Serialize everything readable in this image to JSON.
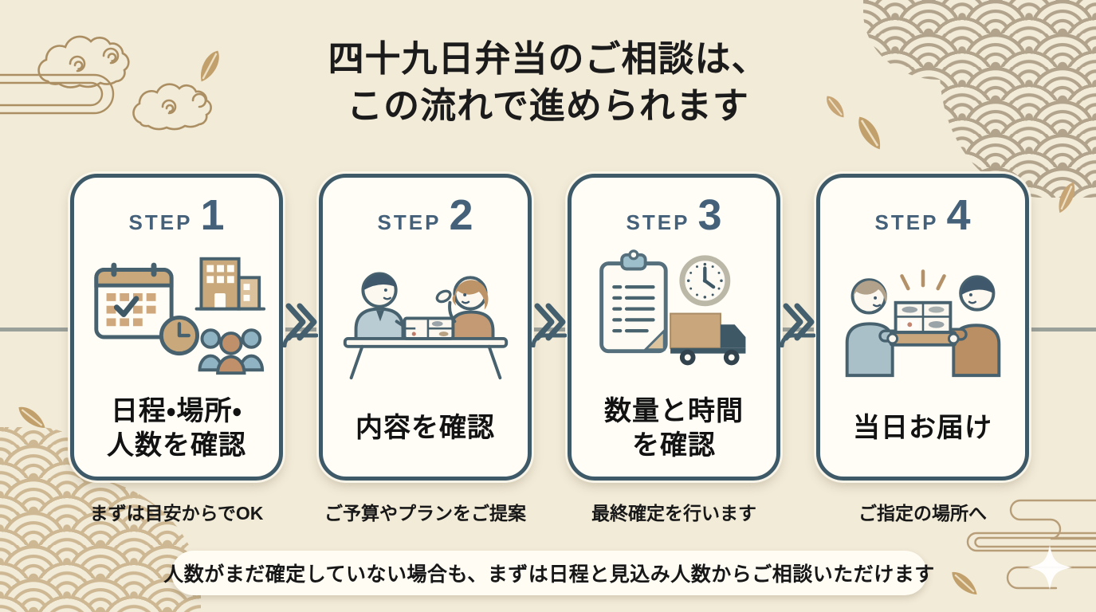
{
  "title": {
    "line1": "四十九日弁当のご相談は、",
    "line2": "この流れで進められます"
  },
  "steps": [
    {
      "label": "STEP",
      "number": "1",
      "name_line1": "日程・場所・",
      "name_line2": "人数を確認",
      "caption": "まずは目安からでOK",
      "icon_names": [
        "calendar-check-icon",
        "clock-icon",
        "building-icon",
        "people-group-icon"
      ]
    },
    {
      "label": "STEP",
      "number": "2",
      "name_line1": "内容を確認",
      "name_line2": "",
      "caption": "ご予算やプランをご提案",
      "icon_names": [
        "consultation-bento-illustration"
      ]
    },
    {
      "label": "STEP",
      "number": "3",
      "name_line1": "数量と時間",
      "name_line2": "を確認",
      "caption": "最終確定を行います",
      "icon_names": [
        "clipboard-icon",
        "clock-icon",
        "truck-icon"
      ]
    },
    {
      "label": "STEP",
      "number": "4",
      "name_line1": "当日お届け",
      "name_line2": "",
      "caption": "ご指定の場所へ",
      "icon_names": [
        "bento-handoff-illustration"
      ]
    }
  ],
  "footer": {
    "note": "人数がまだ確定していない場合も、まずは日程と見込み人数からご相談いただけます"
  },
  "decor_icons": [
    "cloud-icon",
    "kasumi-mist-icon",
    "seigaiha-wave-pattern",
    "leaf-icon",
    "sparkle-icon",
    "double-chevron-arrow-icon",
    "timeline-line"
  ],
  "colors": {
    "background": "#f2ebd8",
    "card_background": "#fffdf6",
    "card_border": "#3e5a69",
    "step_text": "#45617a",
    "body_text": "#1b1b1b",
    "accent_tan": "#c9a67c",
    "decor_outline_tan": "#ab8f63",
    "wave_top_right": "#b2a48c",
    "wave_bottom_left": "#cdb893",
    "arrow_slate": "#44606e",
    "timeline_gray": "#9aa09a",
    "people_blue": "#8fb3c2"
  }
}
